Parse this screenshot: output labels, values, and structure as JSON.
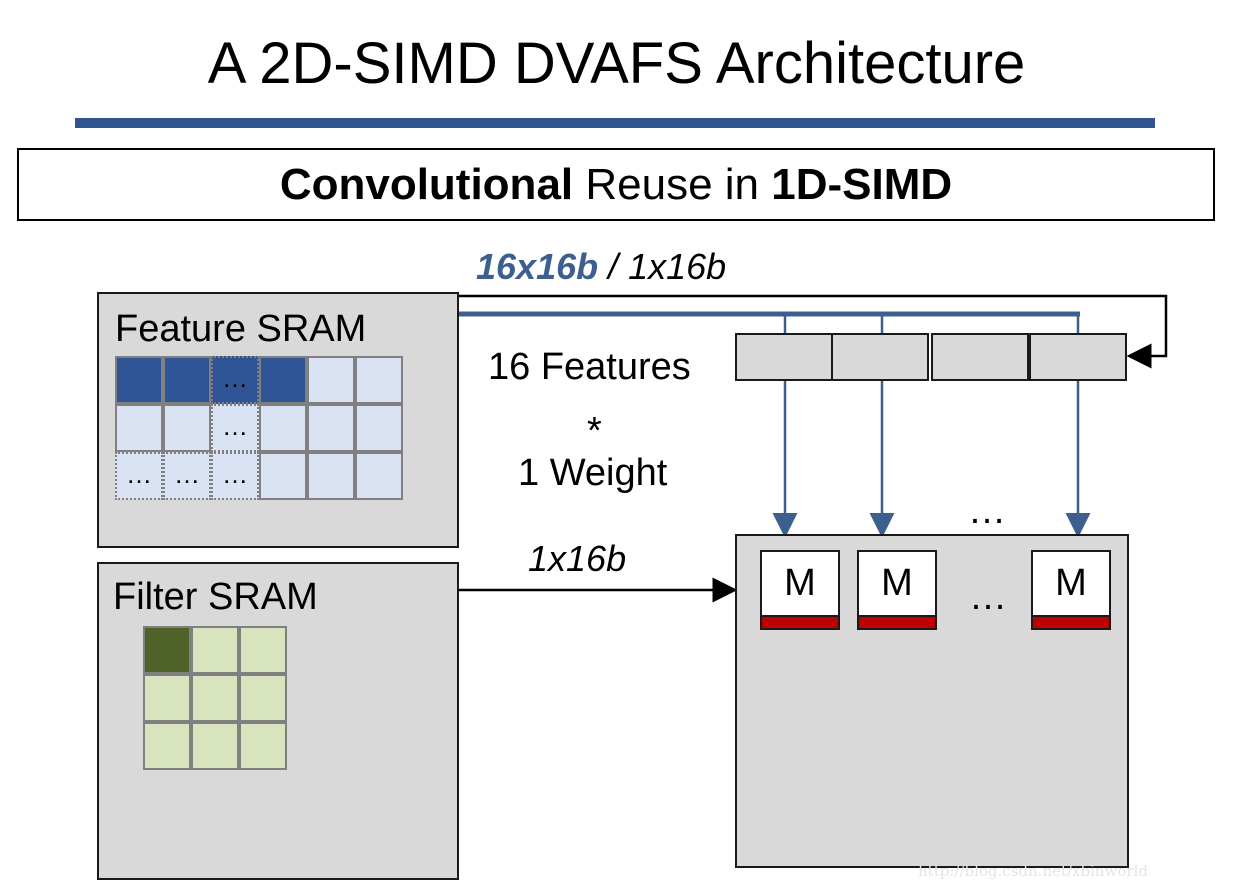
{
  "slide": {
    "title": "A 2D-SIMD DVAFS Architecture",
    "subtitle": {
      "bold1": "Convolutional",
      "mid": " Reuse in ",
      "bold2": "1D-SIMD"
    }
  },
  "bus_label": {
    "highlight": "16x16b",
    "rest": " / 1x16b"
  },
  "feature_sram": {
    "label": "Feature SRAM",
    "grid": [
      [
        "dark",
        "dark",
        "dark-dots",
        "dark",
        "light",
        "light"
      ],
      [
        "light",
        "light",
        "light-dots",
        "light",
        "light",
        "light"
      ],
      [
        "light-dots3",
        "light-dots3",
        "light-dots3",
        "light",
        "light",
        "light"
      ]
    ],
    "ellipsis": "…"
  },
  "filter_sram": {
    "label": "Filter SRAM",
    "grid_rows": 3,
    "grid_cols": 3,
    "highlighted_cell": [
      0,
      0
    ]
  },
  "center_text": {
    "line1": "16 Features",
    "line2": "*",
    "line3": "1 Weight"
  },
  "weight_bus_label": "1x16b",
  "register": {
    "cells": 4
  },
  "multipliers": {
    "label": "M",
    "ellipsis_top": "…",
    "ellipsis_mid": "…"
  },
  "colors": {
    "accent": "#2f5490",
    "wire": "#3d5f8f",
    "feature_dark": "#2f5597",
    "feature_light": "#dae3f3",
    "filter_dark": "#4f6228",
    "filter_light": "#d7e4bd",
    "mult_bar": "#c00000",
    "box_fill": "#d9d9d9"
  },
  "watermark": "http://blog.csdn.net/xbinworld"
}
